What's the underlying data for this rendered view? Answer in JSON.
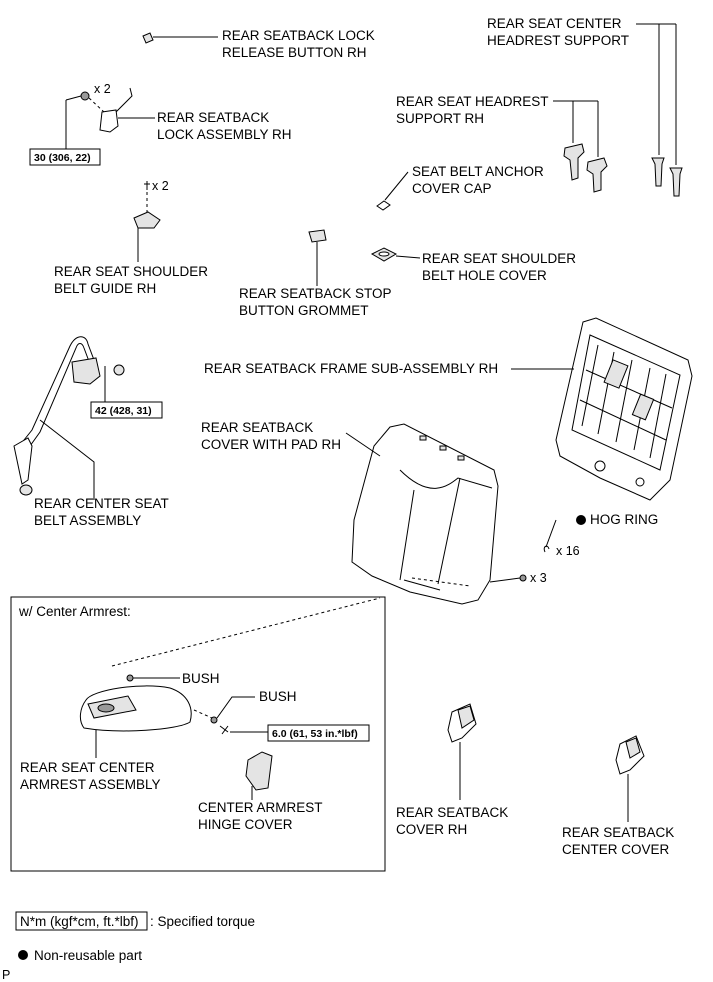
{
  "labels": {
    "lock_release_button": [
      "REAR SEATBACK LOCK",
      "RELEASE BUTTON RH"
    ],
    "center_headrest_support": [
      "REAR SEAT CENTER",
      "HEADREST SUPPORT"
    ],
    "lock_assembly": [
      "REAR SEATBACK",
      "LOCK ASSEMBLY RH"
    ],
    "headrest_support": [
      "REAR SEAT HEADREST",
      "SUPPORT RH"
    ],
    "anchor_cover_cap": [
      "SEAT BELT ANCHOR",
      "COVER CAP"
    ],
    "shoulder_belt_guide": [
      "REAR SEAT SHOULDER",
      "BELT GUIDE RH"
    ],
    "stop_button_grommet": [
      "REAR SEATBACK STOP",
      "BUTTON GROMMET"
    ],
    "shoulder_belt_hole_cover": [
      "REAR SEAT SHOULDER",
      "BELT HOLE COVER"
    ],
    "frame_sub_assembly": [
      "REAR SEATBACK FRAME SUB-ASSEMBLY RH"
    ],
    "cover_with_pad": [
      "REAR SEATBACK",
      "COVER WITH PAD RH"
    ],
    "center_seat_belt": [
      "REAR CENTER SEAT",
      "BELT ASSEMBLY"
    ],
    "hog_ring": [
      "HOG RING"
    ],
    "armrest_inset_title": [
      "w/ Center Armrest:"
    ],
    "bush_1": [
      "BUSH"
    ],
    "bush_2": [
      "BUSH"
    ],
    "center_armrest_assembly": [
      "REAR SEAT CENTER",
      "ARMREST ASSEMBLY"
    ],
    "armrest_hinge_cover": [
      "CENTER ARMREST",
      "HINGE COVER"
    ],
    "seatback_cover": [
      "REAR SEATBACK",
      "COVER RH"
    ],
    "seatback_center_cover": [
      "REAR SEATBACK",
      "CENTER COVER"
    ]
  },
  "quantities": {
    "lock_bolts": "x 2",
    "guide_bolt": "x 2",
    "hog_rings": "x 16",
    "clips": "x 3"
  },
  "torques": {
    "lock_assembly": "30 (306, 22)",
    "seat_belt": "42 (428, 31)",
    "armrest": "6.0 (61, 53 in.*lbf)"
  },
  "legend": {
    "torque_box": "N*m (kgf*cm, ft.*lbf)",
    "torque_text": ": Specified torque",
    "non_reusable": "Non-reusable part"
  },
  "corner_mark": "P"
}
